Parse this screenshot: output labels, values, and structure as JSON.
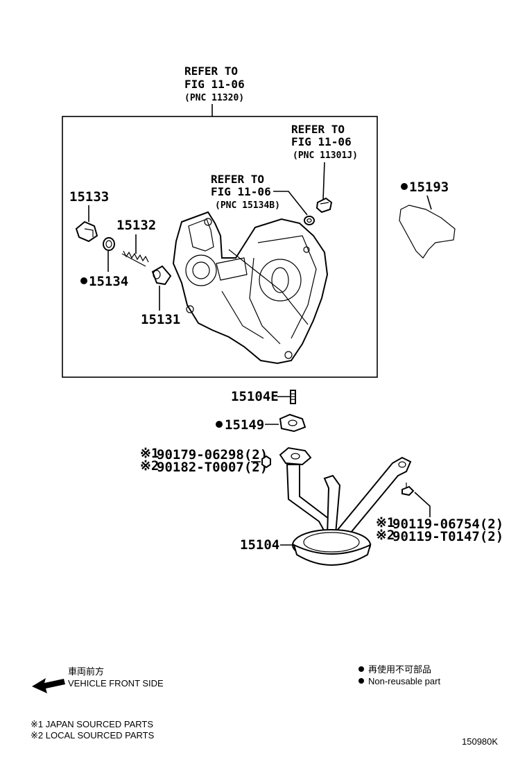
{
  "refs": {
    "top": {
      "line1": "REFER TO",
      "line2": "FIG 11-06",
      "line3": "(PNC 11320)"
    },
    "right": {
      "line1": "REFER TO",
      "line2": "FIG 11-06",
      "line3": "(PNC 11301J)"
    },
    "mid": {
      "line1": "REFER TO",
      "line2": "FIG 11-06",
      "line3": "(PNC 15134B)"
    }
  },
  "parts": {
    "p15133": "15133",
    "p15132": "15132",
    "p15134": "15134",
    "p15131": "15131",
    "p15193": "15193",
    "p15104E": "15104E",
    "p15149": "15149",
    "p15104": "15104",
    "bolt_nut_1_mark": "※1",
    "bolt_nut_1": "90179-06298(2)",
    "bolt_nut_2_mark": "※2",
    "bolt_nut_2": "90182-T0007(2)",
    "bolt_1_mark": "※1",
    "bolt_1": "90119-06754(2)",
    "bolt_2_mark": "※2",
    "bolt_2": "90119-T0147(2)"
  },
  "legend": {
    "front_jp": "車両前方",
    "front_en": "VEHICLE FRONT SIDE",
    "nonreuse_jp": "再使用不可部品",
    "nonreuse_en": "Non-reusable part",
    "note1": "※1 JAPAN SOURCED PARTS",
    "note2": "※2 LOCAL SOURCED PARTS",
    "figure_code": "150980K"
  }
}
